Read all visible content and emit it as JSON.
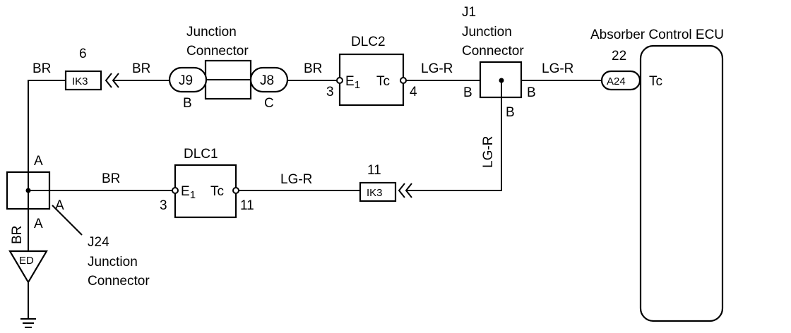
{
  "ecu": {
    "title": "Absorber Control ECU",
    "pin": "22",
    "connector": "A24",
    "terminal": "Tc"
  },
  "j1": {
    "line1": "J1",
    "line2": "Junction",
    "line3": "Connector",
    "pin_left": "B",
    "pin_right": "B",
    "pin_bottom": "B"
  },
  "dlc2": {
    "title": "DLC2",
    "e1": "E",
    "e1_sub": "1",
    "tc": "Tc",
    "pin_left": "3",
    "pin_right": "4"
  },
  "jc_top": {
    "line1": "Junction",
    "line2": "Connector",
    "left_conn": "J9",
    "right_conn": "J8",
    "left_pin": "B",
    "right_pin": "C"
  },
  "ik3_top": {
    "pin": "6",
    "code": "IK3"
  },
  "dlc1": {
    "title": "DLC1",
    "e1": "E",
    "e1_sub": "1",
    "tc": "Tc",
    "pin_left": "3",
    "pin_right": "11"
  },
  "ik3_bottom": {
    "pin": "11",
    "code": "IK3"
  },
  "j24": {
    "line1": "J24",
    "line2": "Junction",
    "line3": "Connector",
    "pin_top": "A",
    "pin_right": "A",
    "pin_bottom": "A"
  },
  "ground": {
    "code": "ED"
  },
  "wires": {
    "ecu_to_j1": "LG-R",
    "j1_to_dlc2": "LG-R",
    "dlc2_to_j8": "BR",
    "j9_to_ik3": "BR",
    "ik3_to_j24": "BR",
    "j24_to_dlc1": "BR",
    "dlc1_to_ik3": "LG-R",
    "j1_down": "LG-R",
    "j24_to_ground": "BR"
  }
}
